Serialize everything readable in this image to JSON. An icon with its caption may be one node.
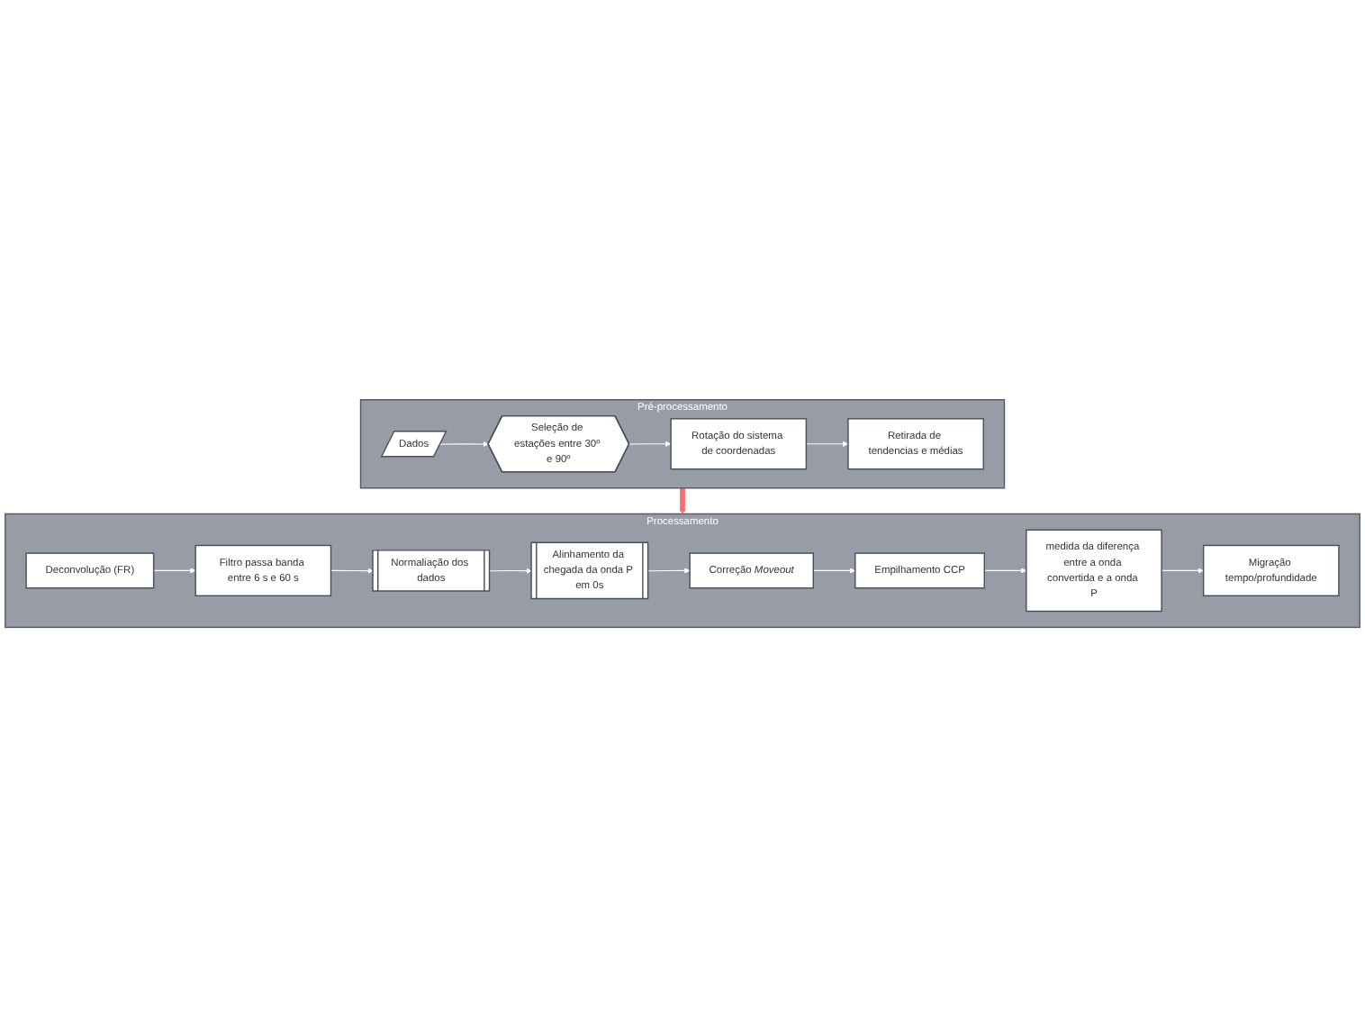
{
  "diagram": {
    "nodes": [
      {
        "text": [
          "Pré-processamento"
        ]
      },
      {
        "text": [
          "Dados"
        ],
        "in": 0
      },
      {
        "text": [
          "Seleção de estações entre 30º e 90º"
        ],
        "in": 0
      },
      {
        "text": [
          "Rotação do sistema de coordenadas"
        ],
        "in": 0
      },
      {
        "text": [
          "Retirada de tendencias e médias"
        ],
        "in": 0
      },
      {
        "text": [
          "Processamento"
        ]
      },
      {
        "text": [
          "Deconvolução (FR)"
        ],
        "in": 5
      },
      {
        "text": [
          "Filtro passa banda entre 6 s e 60 s"
        ],
        "in": 5
      },
      {
        "text": [
          "Normaliação dos dados"
        ],
        "in": 5
      },
      {
        "text": [
          "Alinhamento da chegada da onda P em 0s"
        ],
        "in": 5
      },
      {
        "text": [
          "Correção *Moveout*"
        ],
        "in": 5
      },
      {
        "text": [
          "Empilhamento CCP"
        ],
        "in": 5
      },
      {
        "text": [
          "medida da diferença entre a onda convertida e a onda P"
        ],
        "in": 5
      },
      {
        "text": [
          "Migração tempo/profundidade"
        ],
        "in": 5
      }
    ],
    "edges": [
      {
        "from": 1,
        "to": 2,
        "arrow": "to"
      },
      {
        "from": 2,
        "to": 3,
        "arrow": "to"
      },
      {
        "from": 3,
        "to": 4,
        "arrow": "to"
      },
      {
        "from": 0,
        "to": 5,
        "arrow": "to",
        "style": "thick",
        "color": "#ff6b6b"
      },
      {
        "from": 6,
        "to": 7,
        "arrow": "to"
      },
      {
        "from": 7,
        "to": 8,
        "arrow": "to"
      },
      {
        "from": 8,
        "to": 9,
        "arrow": "to"
      },
      {
        "from": 9,
        "to": 10,
        "arrow": "to"
      },
      {
        "from": 10,
        "to": 11,
        "arrow": "to"
      },
      {
        "from": 11,
        "to": 12,
        "arrow": "to"
      },
      {
        "from": 12,
        "to": 13,
        "arrow": "to"
      }
    ]
  }
}
